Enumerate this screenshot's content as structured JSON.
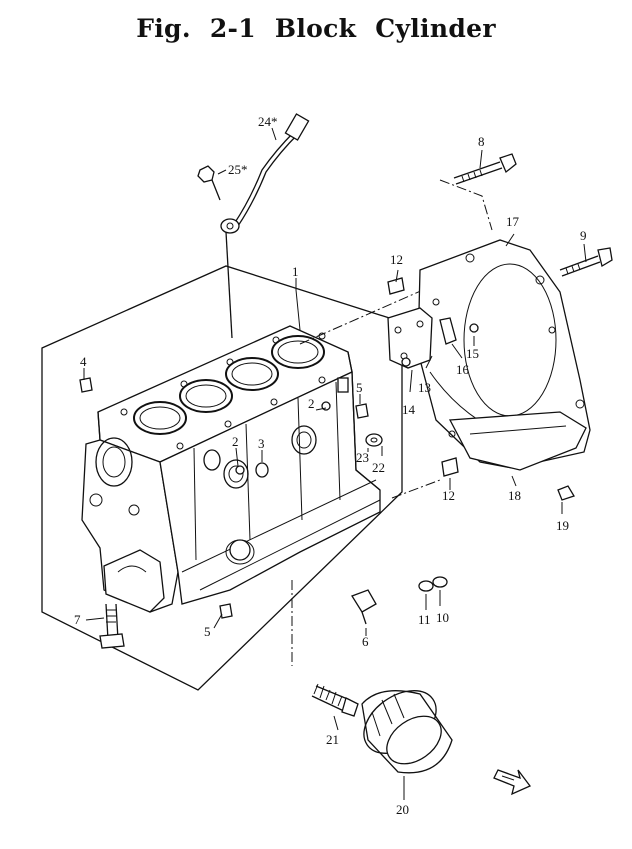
{
  "title": "Fig. 2-1    Block Cylinder",
  "callouts": {
    "p1": "1",
    "p2a": "2",
    "p2b": "2",
    "p3": "3",
    "p4": "4",
    "p5a": "5",
    "p5b": "5",
    "p6": "6",
    "p7": "7",
    "p8": "8",
    "p9": "9",
    "p10": "10",
    "p11": "11",
    "p12a": "12",
    "p12b": "12",
    "p13": "13",
    "p14": "14",
    "p15": "15",
    "p16": "16",
    "p17": "17",
    "p18": "18",
    "p19": "19",
    "p20": "20",
    "p21": "21",
    "p22": "22",
    "p23": "23",
    "p24": "24*",
    "p25": "25*"
  },
  "front_icon": "front-arrow-icon"
}
